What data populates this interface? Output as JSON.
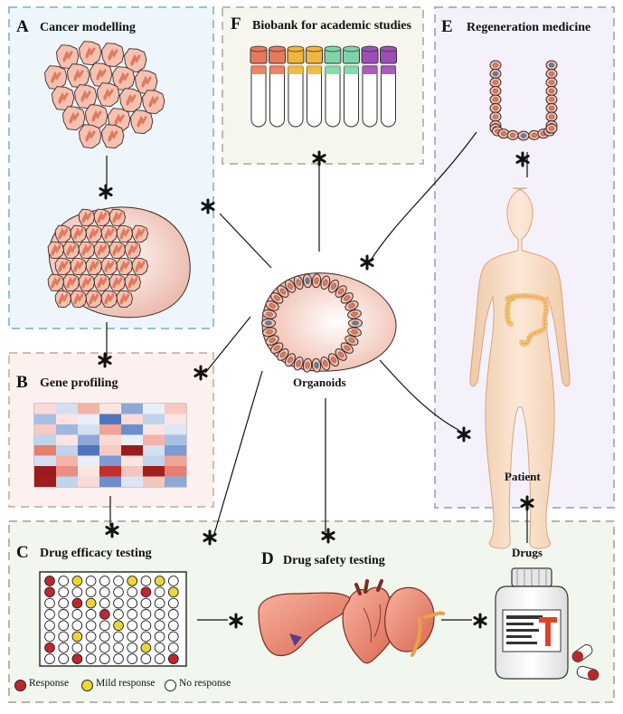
{
  "panels": {
    "a": {
      "letter": "A",
      "title": "Cancer modelling"
    },
    "b": {
      "letter": "B",
      "title": "Gene profiling"
    },
    "c": {
      "letter": "C",
      "title": "Drug efficacy testing"
    },
    "d": {
      "letter": "D",
      "title": "Drug safety testing"
    },
    "e": {
      "letter": "E",
      "title": "Regeneration medicine"
    },
    "f": {
      "letter": "F",
      "title": "Biobank for academic studies"
    }
  },
  "center_label": "Organoids",
  "patient_label": "Patient",
  "drugs_label": "Drugs",
  "legend": {
    "response": "Response",
    "mild": "Mild response",
    "none": "No response"
  },
  "colors": {
    "panel_a_bg": "#eef6fb",
    "panel_a_border": "#8fc6cf",
    "panel_b_bg": "#fdf1ef",
    "panel_b_border": "#d9b8b3",
    "panel_cd_bg": "#f1f7ee",
    "panel_cd_border": "#b3b8ad",
    "panel_e_bg": "#f5f1fb",
    "panel_e_border": "#b7aec9",
    "panel_f_bg": "#f6f5ee",
    "panel_f_border": "#bdbbb0",
    "cell_fill": "#f6c1b0",
    "cell_stroke": "#3a2a28",
    "nucleus_orange": "#e07a5f",
    "nucleus_blue": "#5b7fb2",
    "response_red": "#c0272d",
    "mild_yellow": "#e9d63a"
  },
  "biobank_tube_colors": [
    "#e8785c",
    "#e8785c",
    "#f0b53a",
    "#f0b53a",
    "#7fd3a8",
    "#7fd3a8",
    "#9b4fb5",
    "#9b4fb5"
  ],
  "heatmap": [
    [
      "#f9dad7",
      "#d4e0f1",
      "#f3b3a8",
      "#fbe5e2",
      "#8ea8d6",
      "#e9eef8",
      "#f6c9c2"
    ],
    [
      "#a7c0e4",
      "#fbe3e0",
      "#e9eef8",
      "#4f76bd",
      "#f9dad7",
      "#c2d3ec",
      "#fbe5e2"
    ],
    [
      "#f6c9c2",
      "#9fb7df",
      "#d4e0f1",
      "#f0a497",
      "#6c8fcb",
      "#fbe5e2",
      "#dde6f4"
    ],
    [
      "#c2d3ec",
      "#fbe5e2",
      "#8ea8d6",
      "#f9dad7",
      "#e9eef8",
      "#f3b3a8",
      "#a7c0e4"
    ],
    [
      "#e47f71",
      "#c2d3ec",
      "#4f76bd",
      "#f6c9c2",
      "#9b1c1c",
      "#d4e0f1",
      "#7d9ad1"
    ],
    [
      "#d4e0f1",
      "#f3b3a8",
      "#e9eef8",
      "#7d9ad1",
      "#fbe3e0",
      "#c2d3ec",
      "#f0a497"
    ],
    [
      "#9b1c1c",
      "#ea8f82",
      "#fbe5e2",
      "#c92c2c",
      "#f4c6bf",
      "#a01d1d",
      "#e47f71"
    ],
    [
      "#a01d1d",
      "#c2d3ec",
      "#f9dad7",
      "#6c8fcb",
      "#dde6f4",
      "#f4c6bf",
      "#8ea8d6"
    ]
  ],
  "well_plate": [
    [
      "R",
      "N",
      "Y",
      "N",
      "N",
      "N",
      "Y",
      "N",
      "Y",
      "N"
    ],
    [
      "R",
      "N",
      "N",
      "N",
      "N",
      "N",
      "N",
      "R",
      "N",
      "Y"
    ],
    [
      "N",
      "N",
      "R",
      "Y",
      "N",
      "N",
      "N",
      "N",
      "N",
      "N"
    ],
    [
      "N",
      "N",
      "N",
      "N",
      "R",
      "N",
      "N",
      "N",
      "N",
      "N"
    ],
    [
      "N",
      "N",
      "N",
      "N",
      "N",
      "Y",
      "N",
      "N",
      "N",
      "N"
    ],
    [
      "N",
      "N",
      "Y",
      "N",
      "N",
      "N",
      "N",
      "N",
      "N",
      "N"
    ],
    [
      "R",
      "N",
      "N",
      "N",
      "N",
      "N",
      "N",
      "Y",
      "N",
      "N"
    ],
    [
      "N",
      "N",
      "R",
      "N",
      "N",
      "N",
      "N",
      "N",
      "N",
      "R"
    ]
  ]
}
